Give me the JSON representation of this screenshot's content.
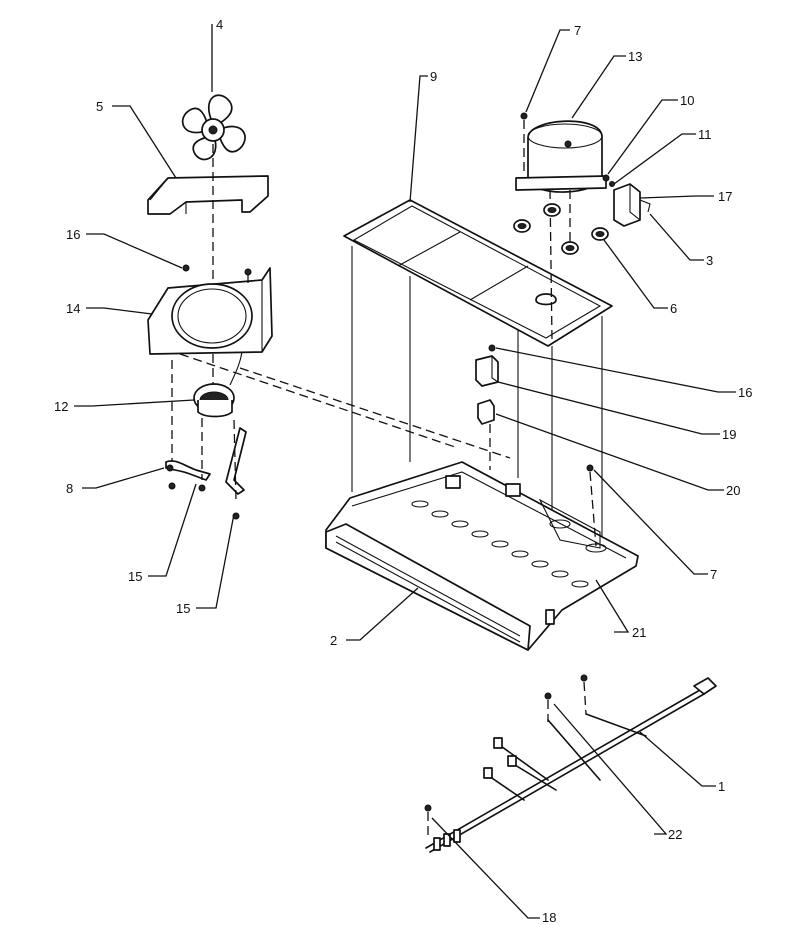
{
  "callouts": [
    {
      "id": "c1",
      "text": "1"
    },
    {
      "id": "c2",
      "text": "2"
    },
    {
      "id": "c3",
      "text": "3"
    },
    {
      "id": "c4",
      "text": "4"
    },
    {
      "id": "c5",
      "text": "5"
    },
    {
      "id": "c6",
      "text": "6"
    },
    {
      "id": "c7a",
      "text": "7"
    },
    {
      "id": "c7b",
      "text": "7"
    },
    {
      "id": "c8",
      "text": "8"
    },
    {
      "id": "c9",
      "text": "9"
    },
    {
      "id": "c10",
      "text": "10"
    },
    {
      "id": "c11",
      "text": "11"
    },
    {
      "id": "c12",
      "text": "12"
    },
    {
      "id": "c13",
      "text": "13"
    },
    {
      "id": "c14",
      "text": "14"
    },
    {
      "id": "c15a",
      "text": "15"
    },
    {
      "id": "c15b",
      "text": "15"
    },
    {
      "id": "c16a",
      "text": "16"
    },
    {
      "id": "c16b",
      "text": "16"
    },
    {
      "id": "c17",
      "text": "17"
    },
    {
      "id": "c18",
      "text": "18"
    },
    {
      "id": "c19",
      "text": "19"
    },
    {
      "id": "c20",
      "text": "20"
    },
    {
      "id": "c21",
      "text": "21"
    },
    {
      "id": "c22",
      "text": "22"
    }
  ]
}
